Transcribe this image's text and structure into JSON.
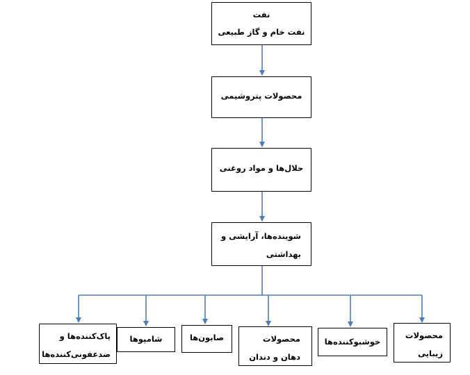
{
  "diagram": {
    "colors": {
      "arrow": "#4a7ebb",
      "border": "#000000",
      "text": "#000000"
    },
    "nodes": {
      "oil": {
        "line1": "نفت",
        "line2": "نفت خام و گاز طبیعی"
      },
      "petrochem": {
        "label": "محصولات پتروشیمی"
      },
      "solvents": {
        "label": "حلال‌ها و مواد روغنی"
      },
      "detergents": {
        "line1": "شوینده‌ها، آرایشی و",
        "line2": "بهداشتی"
      },
      "cosmetics": {
        "line1": "محصولات",
        "line2": "زیبایی"
      },
      "deodorants": {
        "label": "خوشبوکننده‌ها"
      },
      "oral": {
        "line1": "محصولات",
        "line2": "دهان و دندان"
      },
      "soaps": {
        "label": "صابون‌ها"
      },
      "shampoos": {
        "label": "شامپوها"
      },
      "cleaners": {
        "line1": "پاک‌کننده‌ها و",
        "line2": "ضدعفونی‌کننده‌ها"
      }
    }
  }
}
